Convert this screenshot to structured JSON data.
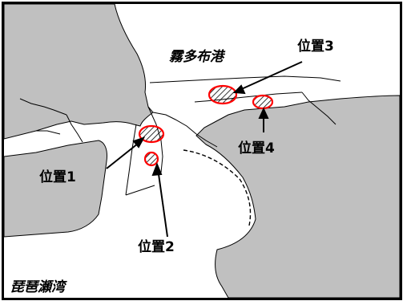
{
  "map": {
    "harbor_name": "霧多布港",
    "bay_name": "琵琶瀬湾",
    "locations": [
      {
        "id": "1",
        "label": "位置1"
      },
      {
        "id": "2",
        "label": "位置2"
      },
      {
        "id": "3",
        "label": "位置3"
      },
      {
        "id": "4",
        "label": "位置4"
      }
    ],
    "colors": {
      "land": "#c0c0c0",
      "water": "#ffffff",
      "marker": "#ff0000",
      "ink": "#000000"
    }
  }
}
